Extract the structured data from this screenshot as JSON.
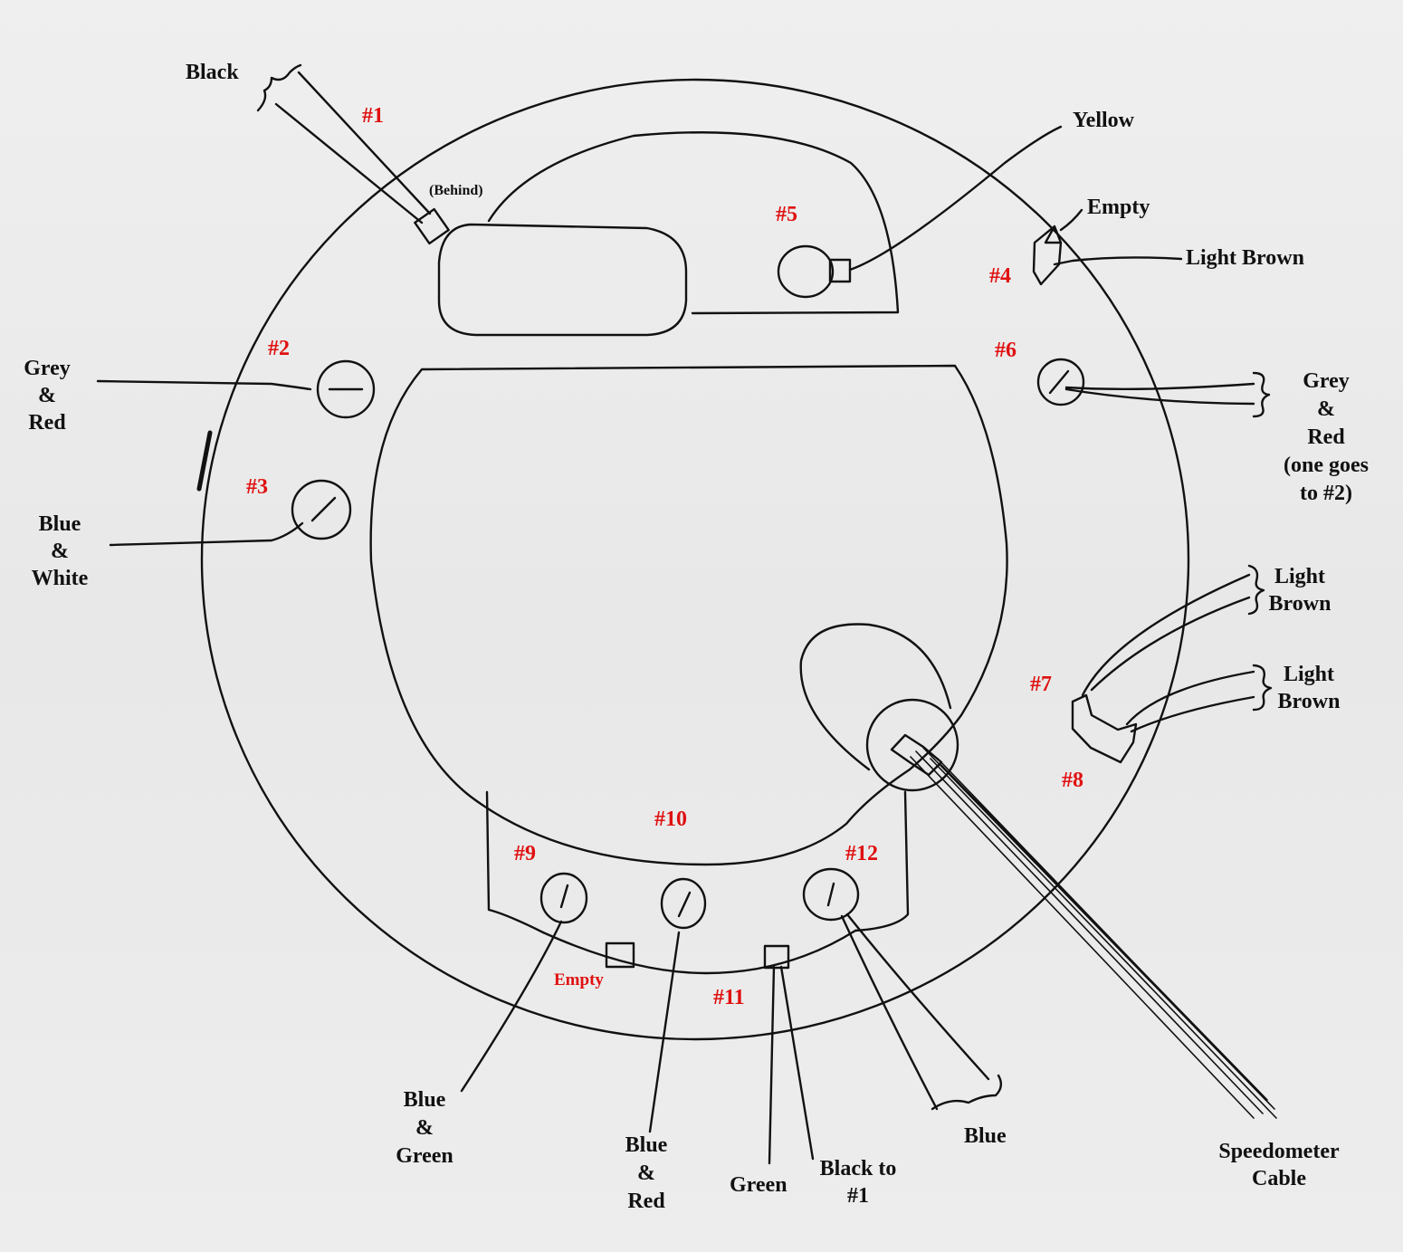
{
  "colors": {
    "ink": "#111111",
    "numbers": "#e01010",
    "paper": "#ececec"
  },
  "numbers": {
    "n1": "#1",
    "n2": "#2",
    "n3": "#3",
    "n4": "#4",
    "n5": "#5",
    "n6": "#6",
    "n7": "#7",
    "n8": "#8",
    "n9": "#9",
    "n10": "#10",
    "n11": "#11",
    "n12": "#12"
  },
  "labels": {
    "black": "Black",
    "behind": "(Behind)",
    "yellow": "Yellow",
    "empty_top": "Empty",
    "light_brown_4": "Light Brown",
    "grey_red_left": "Grey\n&\nRed",
    "blue_white": "Blue\n&\nWhite",
    "grey_red_right": "Grey\n&\nRed\n(one goes\nto #2)",
    "light_brown_7a": "Light\nBrown",
    "light_brown_7b": "Light\nBrown",
    "blue_green": "Blue\n&\nGreen",
    "empty_bottom": "Empty",
    "blue_red": "Blue\n&\nRed",
    "green": "Green",
    "black_to_1": "Black to\n#1",
    "blue": "Blue",
    "speedo": "Speedometer\nCable"
  }
}
